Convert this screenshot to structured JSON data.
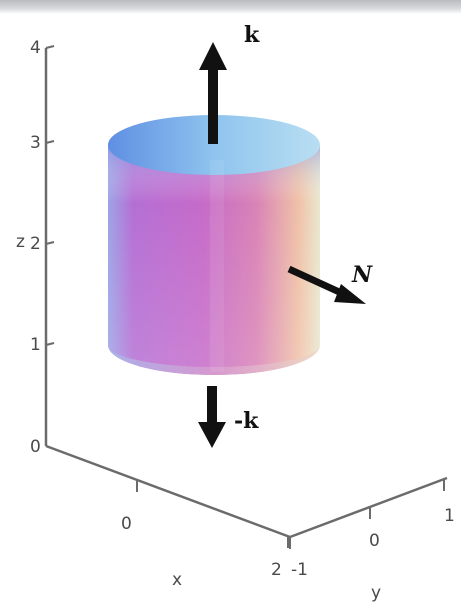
{
  "axes": {
    "z": {
      "label": "z",
      "ticks": [
        "4",
        "3",
        "2",
        "1",
        "0"
      ]
    },
    "x": {
      "label": "x",
      "ticks": [
        "0",
        "2"
      ]
    },
    "y": {
      "label": "y",
      "ticks": [
        "-1",
        "0",
        "1"
      ]
    }
  },
  "vectors": {
    "top": "k",
    "bottom": "-k",
    "side": "N"
  },
  "colors": {
    "arrow": "#111111",
    "axis": "#6b6b6b",
    "cylinder_top": "#7fb6ea",
    "cylinder_body_left": "#b96fd6",
    "cylinder_body_right": "#f2c7a8"
  }
}
